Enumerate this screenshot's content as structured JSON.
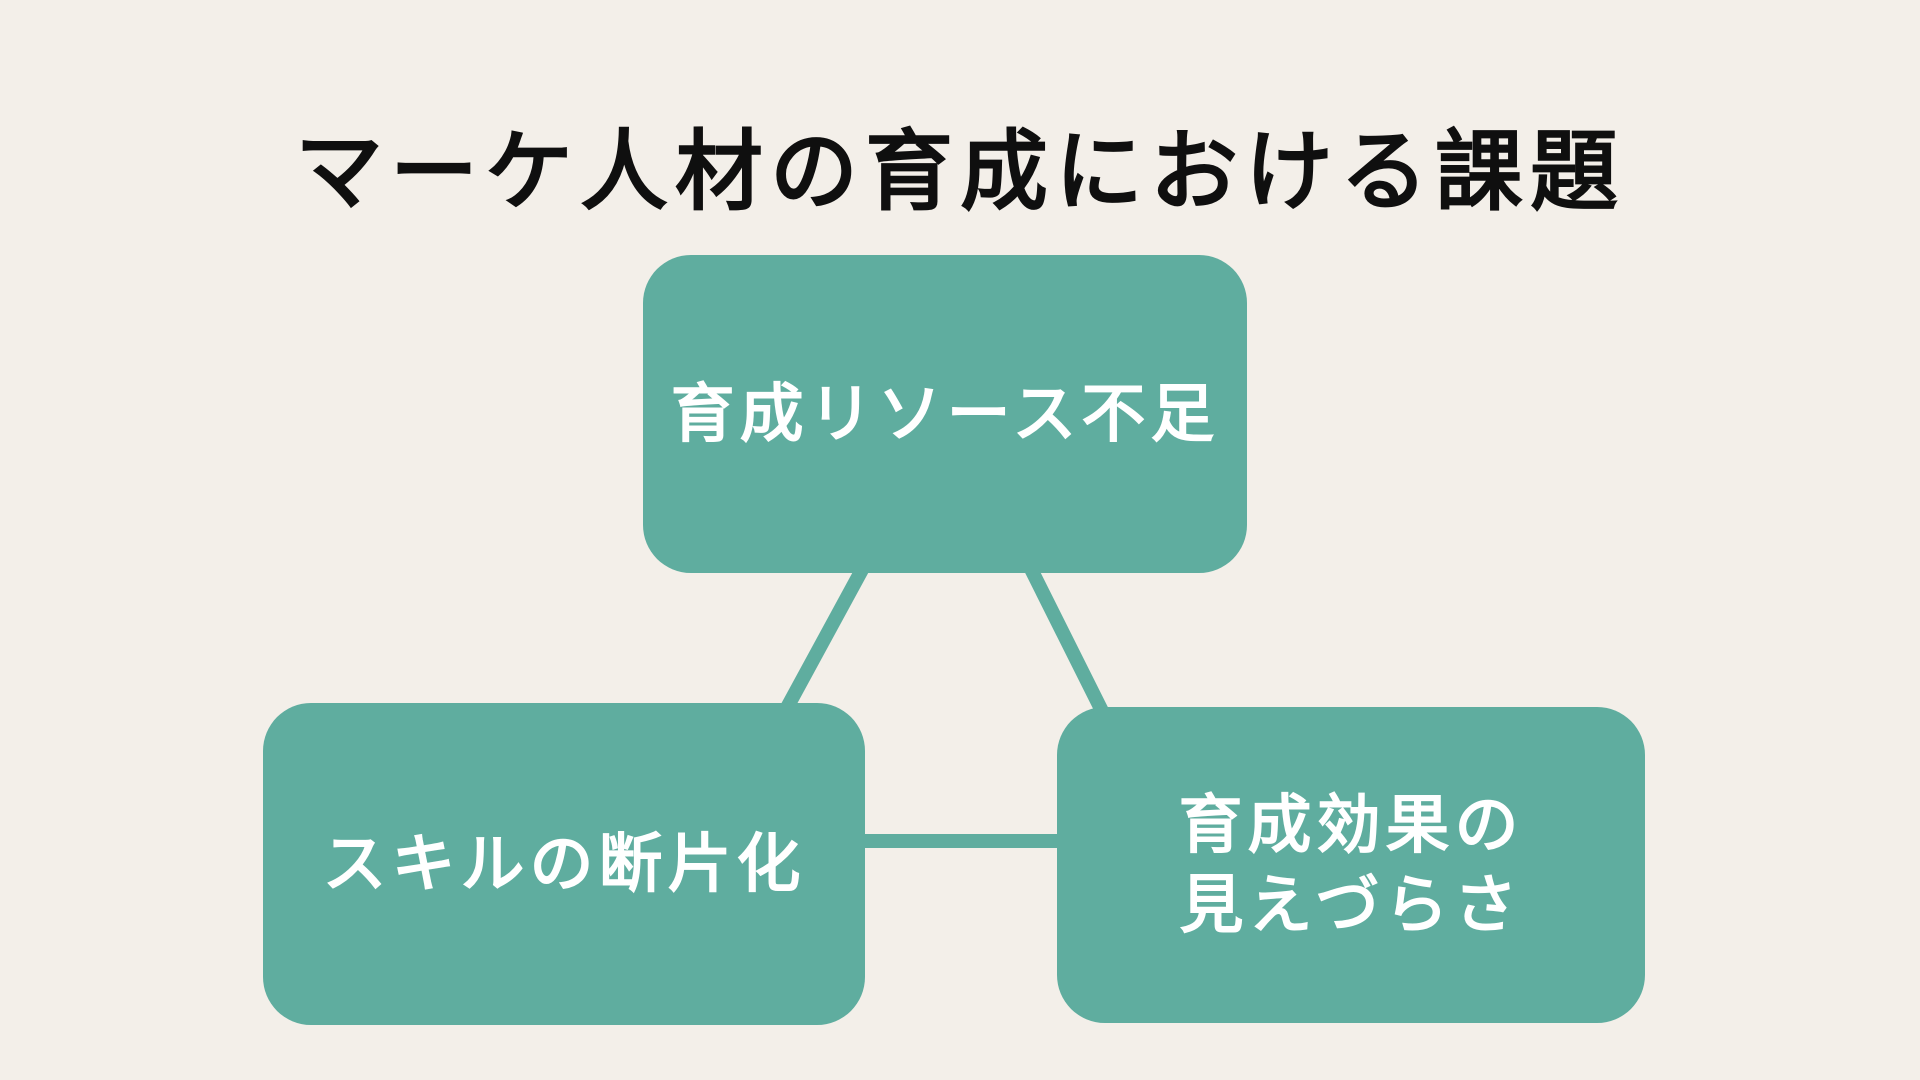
{
  "page": {
    "title": "マーケ人材の育成における課題"
  },
  "colors": {
    "background": "#F3EFE9",
    "node_fill": "#5FAD9F",
    "node_text": "#FFFFFF",
    "title_text": "#0F0F0F",
    "connector": "#5FAD9F"
  },
  "diagram": {
    "type": "triangle-relationship",
    "nodes": [
      {
        "id": "top",
        "label": "育成リソース不足"
      },
      {
        "id": "bottom_left",
        "label": "スキルの断片化"
      },
      {
        "id": "bottom_right",
        "label": "育成効果の\n見えづらさ"
      }
    ],
    "edges": [
      {
        "from": "top",
        "to": "bottom_left"
      },
      {
        "from": "top",
        "to": "bottom_right"
      },
      {
        "from": "bottom_left",
        "to": "bottom_right"
      }
    ]
  }
}
